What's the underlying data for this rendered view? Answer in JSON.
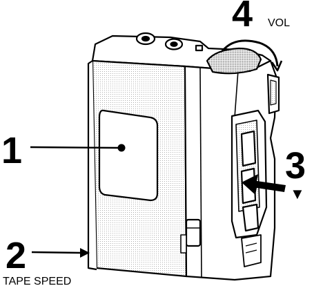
{
  "callouts": [
    {
      "number": "1"
    },
    {
      "number": "2",
      "label": "TAPE SPEED"
    },
    {
      "number": "3",
      "symbol": "▼"
    },
    {
      "number": "4",
      "label": "VOL"
    }
  ]
}
